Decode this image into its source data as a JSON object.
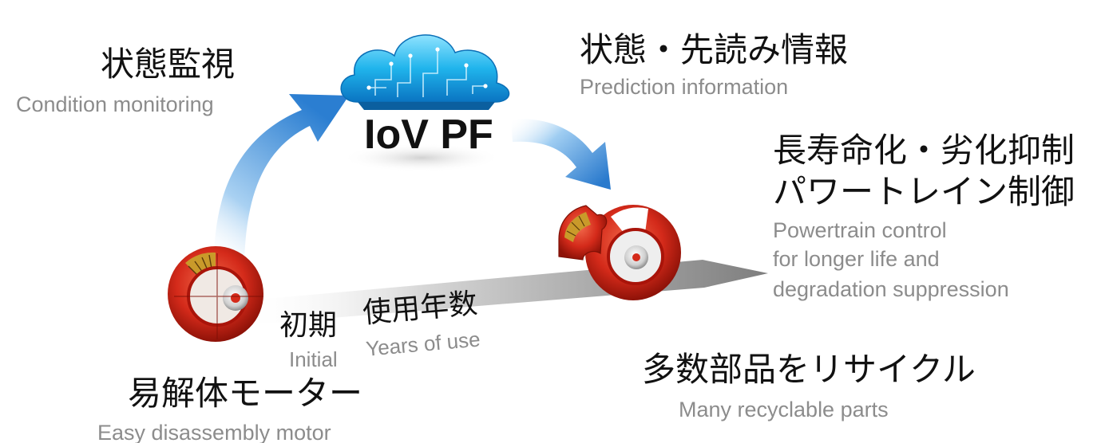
{
  "cloud": {
    "title": "IoV PF",
    "icon": "cloud-circuit-icon"
  },
  "condition_monitoring": {
    "jp": "状態監視",
    "en": "Condition monitoring"
  },
  "prediction": {
    "jp": "状態・先読み情報",
    "en": "Prediction information"
  },
  "control": {
    "jp_line1": "長寿命化・劣化抑制",
    "jp_line2": "パワートレイン制御",
    "en_line1": "Powertrain control",
    "en_line2": "for longer life and",
    "en_line3": "degradation suppression"
  },
  "timeline": {
    "initial_jp": "初期",
    "initial_en": "Initial",
    "years_jp": "使用年数",
    "years_en": "Years of use"
  },
  "motor": {
    "jp": "易解体モーター",
    "en": "Easy disassembly motor",
    "icon": "motor-icon"
  },
  "recycle": {
    "jp": "多数部品をリサイクル",
    "en": "Many recyclable parts",
    "icon": "disassembled-motor-icon"
  },
  "colors": {
    "motor_red": "#d42a1a",
    "arrow_blue": "#2f7fd0",
    "cloud_cyan": "#22b6ec",
    "timeline_gray": "#8a8a8a"
  }
}
